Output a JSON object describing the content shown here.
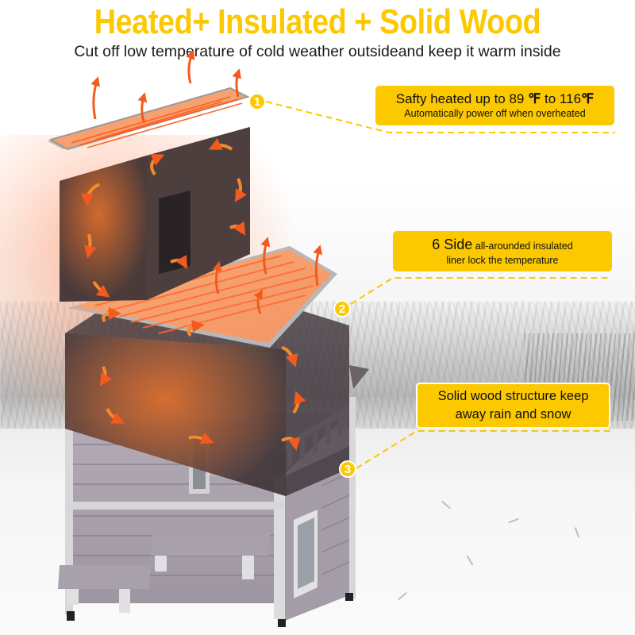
{
  "header": {
    "title": "Heated+ Insulated + Solid Wood",
    "subtitle": "Cut off low temperature of cold weather outsideand keep it warm inside"
  },
  "callouts": [
    {
      "number": "1",
      "line1_prefix": "Safty heated up to 89 ",
      "line1_unit1": "℉",
      "line1_mid": " to 116",
      "line1_unit2": "℉",
      "line2": "Automatically power off when overheated"
    },
    {
      "number": "2",
      "line1_big": "6 Side",
      "line1_rest": " all-arounded insulated",
      "line2": "liner lock the temperature"
    },
    {
      "number": "3",
      "line1": "Solid wood structure keep",
      "line2": "away rain and snow"
    }
  ],
  "colors": {
    "accent_yellow": "#fcc800",
    "heat_orange": "#ff6a2a",
    "liner_brown": "#4a3c3c",
    "wood_grey": "#a8a0aa",
    "frame_light": "#d6d6d8"
  },
  "illustration": {
    "parts": [
      "top-heating-pad",
      "upper-insulated-liner",
      "middle-heating-pad",
      "lower-insulated-liner",
      "wooden-cat-house",
      "steps",
      "cat-door-flap"
    ],
    "icons": [
      "heat-rising-arrow",
      "circulation-arrow"
    ]
  }
}
